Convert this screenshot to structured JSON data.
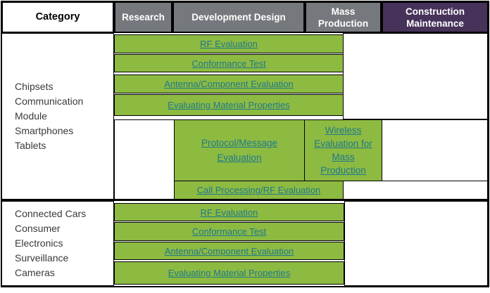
{
  "header": {
    "category": "Category",
    "phases": [
      "Research",
      "Development Design",
      "Mass Production",
      "Construction Maintenance"
    ]
  },
  "sections": [
    {
      "categories": [
        "Chipsets",
        "Communication Module",
        "Smartphones",
        "Tablets"
      ],
      "tests": {
        "rf": "RF Evaluation",
        "conformance": "Conformance Test",
        "antenna": "Antenna/Component Evaluation",
        "material": "Evaluating Material Properties",
        "protocol": "Protocol/Message Evaluation",
        "wireless": "Wireless Evaluation for Mass Production",
        "callproc": "Call Processing/RF Evaluation"
      }
    },
    {
      "categories": [
        "Connected Cars",
        "Consumer Electronics",
        "Surveillance Cameras"
      ],
      "tests": {
        "rf": "RF Evaluation",
        "conformance": "Conformance Test",
        "antenna": "Antenna/Component Evaluation",
        "material": "Evaluating Material Properties"
      }
    }
  ],
  "colors": {
    "phase_gray": "#75797d",
    "phase_purple": "#47325a",
    "cell_green": "#8dba41",
    "link_teal": "#1e7a8c",
    "border_black": "#000000",
    "category_text": "#3a3a3a"
  }
}
